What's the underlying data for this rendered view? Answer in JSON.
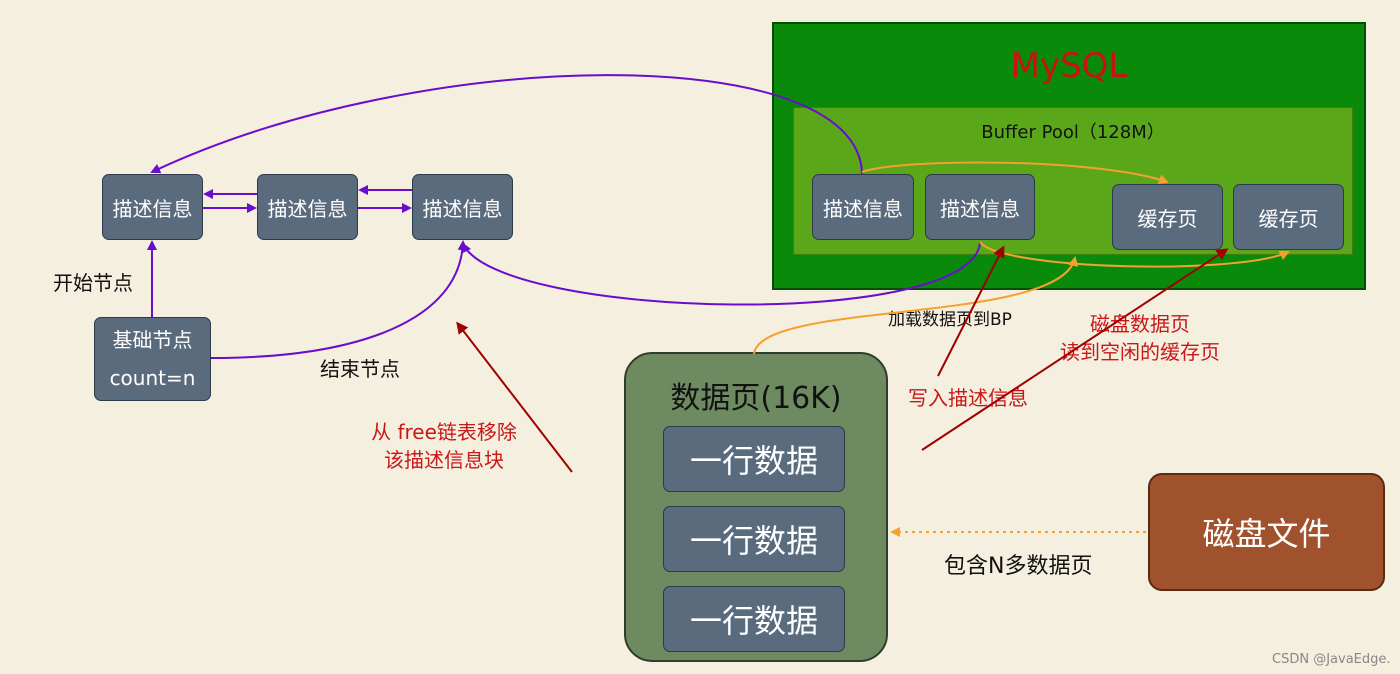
{
  "mysql": {
    "title": "MySQL",
    "buffer_pool": {
      "title": "Buffer Pool（128M）",
      "descriptors": [
        "描述信息",
        "描述信息"
      ],
      "cache_pages": [
        "缓存页",
        "缓存页"
      ]
    }
  },
  "free_list": {
    "nodes": [
      "描述信息",
      "描述信息",
      "描述信息"
    ],
    "base_node": {
      "line1": "基础节点",
      "line2": "count=n"
    },
    "start_label": "开始节点",
    "end_label": "结束节点"
  },
  "data_page": {
    "title": "数据页(16K)",
    "rows": [
      "一行数据",
      "一行数据",
      "一行数据"
    ]
  },
  "disk_file": {
    "label": "磁盘文件"
  },
  "annotations": {
    "load_to_bp": "加载数据页到BP",
    "disk_read": {
      "line1": "磁盘数据页",
      "line2": "读到空闲的缓存页"
    },
    "write_desc": "写入描述信息",
    "remove_free": {
      "line1": "从 free链表移除",
      "line2": "该描述信息块"
    },
    "contains_pages": "包含N多数据页"
  },
  "watermark": "CSDN @JavaEdge.",
  "colors": {
    "node": "#5b6b7e",
    "mysql": "#0a8a0a",
    "buffer_pool": "#5aa81a",
    "data_page": "#6e8a60",
    "disk": "#a0522d",
    "purple_arrow": "#6a0dcc",
    "orange_arrow": "#f5a030",
    "red_arrow": "#a00000"
  }
}
